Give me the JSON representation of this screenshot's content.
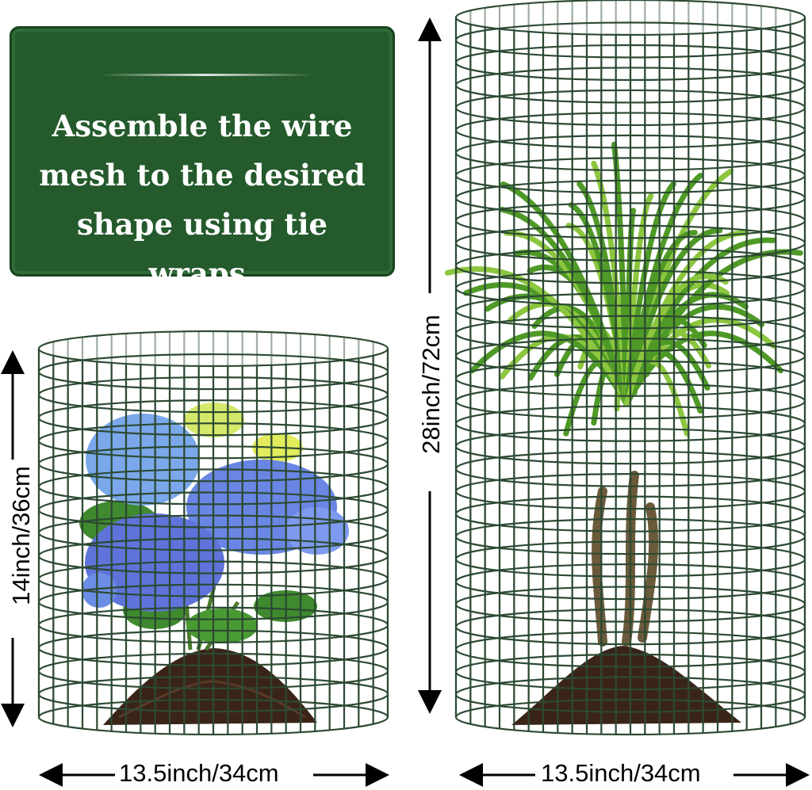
{
  "sign": {
    "lines": [
      "Assemble the wire",
      "mesh to the desired",
      "shape using tie wraps."
    ],
    "color": "#245a2c"
  },
  "dimensions": {
    "left_width": "13.5inch/34cm",
    "right_width": "13.5inch/34cm",
    "left_height": "14inch/36cm",
    "right_height": "28inch/72cm"
  },
  "colors": {
    "wire": "#2c4a33",
    "soil": "#3a2418",
    "hydrangea_blue": "#5f7fe0",
    "leaf_green": "#3f8a2e",
    "arrow": "#000000"
  }
}
